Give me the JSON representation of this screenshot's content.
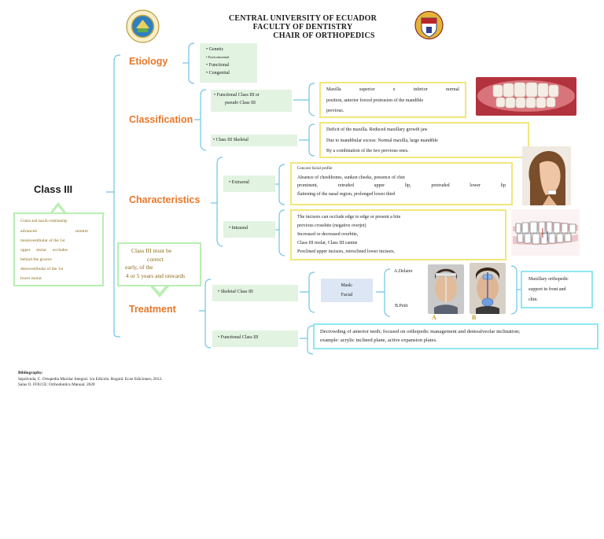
{
  "header": {
    "line1": "CENTRAL UNIVERSITY OF ECUADOR",
    "line2": "FACULTY OF DENTISTRY",
    "line3": "CHAIR OF ORTHOPEDICS"
  },
  "title": "Class III",
  "definition": {
    "l1a": "Cranio and maxilo relationship",
    "l2a": "advanced",
    "l2b": "summit",
    "l3": "mesiovestibular of the 1st",
    "l4a": "upper",
    "l4b": "molar",
    "l4c": "occludes",
    "l5": "behind the groove",
    "l6": "distovestibular of the 1st",
    "l7": "lower molar."
  },
  "early_note": {
    "l1": "Class III must be",
    "l2": "correct",
    "l3": "early, of the",
    "l4": "4 or 5 years and onwards"
  },
  "categories": {
    "etiology": "Etiology",
    "classification": "Classification",
    "characteristics": "Characteristics",
    "treatment": "Treatment"
  },
  "etiology_items": [
    "Genetic",
    "Environmental",
    "Functional",
    "Congenital"
  ],
  "classification": {
    "functional_l1": "Functional Class III or",
    "functional_l2": "pseudo Class III",
    "functional_desc_l1a": "Maxilla",
    "functional_desc_l1b": "superior",
    "functional_desc_l1c": "e",
    "functional_desc_l1d": "inferior",
    "functional_desc_l1e": "normal",
    "functional_desc_l2": "position, anterior forced protrusion of the mandible",
    "functional_desc_l3": "previous.",
    "skeletal": "• Class III Skeletal",
    "skeletal_desc_l1": "Deficit of the maxilla. Reduced maxillary growth jaw",
    "skeletal_desc_l2": "Due to mandibular excess: Normal maxilla, large mandible",
    "skeletal_desc_l3": "By a combination of the two previous ones."
  },
  "characteristics": {
    "extraoral": "Extraoral",
    "extraoral_desc_l1": "Concave facial profile",
    "extraoral_desc_l2": "Absence of cheekbones, sunken cheeks, presence of chin",
    "extraoral_desc_l3a": "prominent,",
    "extraoral_desc_l3b": "retruded",
    "extraoral_desc_l3c": "upper",
    "extraoral_desc_l3d": "lip,",
    "extraoral_desc_l3e": "protruded",
    "extraoral_desc_l3f": "lower",
    "extraoral_desc_l3g": "lip",
    "extraoral_desc_l4": "flattening of the nasal region, prolonged lower third",
    "intraoral": "Intraoral",
    "intraoral_desc_l1": "The incisors can occlude edge to edge or present a bite",
    "intraoral_desc_l2": "previous crossbite (negative overjet)",
    "intraoral_desc_l3": "Increased or decreased overbite,",
    "intraoral_desc_l4": "Class III molar, Class III canine",
    "intraoral_desc_l5": "Proclined upper incisors, retroclined lower incisors."
  },
  "treatment": {
    "skeletal": "Skeletal Class III",
    "mask": "Mask:",
    "facial": "Facial",
    "delaire": "A.Delaire",
    "petit": "B.Petit",
    "label_a": "A",
    "label_b": "B",
    "mask_desc_l1": "Maxillary orthopedic",
    "mask_desc_l2": "support in front and",
    "mask_desc_l3": "chin.",
    "functional": "Functional Class III",
    "functional_desc_l1": "Decrowding of anterior teeth; focused on orthopedic management and dentoalveolar inclination;",
    "functional_desc_l2": "example: acrylic inclined plane, active expansion plates."
  },
  "bibliography": {
    "title": "Bibliography:",
    "ref1": "Sepúlveda, C. Ortopedia Maxilar Integral. 1ra Edición. Bogotá: Ecoe Ediciones; 2012.",
    "ref2": "Salas O. FOUCE: Orthodontics Manual. 2020"
  },
  "colors": {
    "bracket": "#6fc3e6",
    "category": "#e8782a",
    "green_box": "#e2f3e2",
    "yellow_border": "#f2e67a",
    "cyan_border": "#8fe7f2",
    "olive_text": "#8a6a12"
  },
  "icons": [
    "university-seal-icon",
    "faculty-shield-icon",
    "teeth-photo",
    "child-profile-photo",
    "teeth-diagram",
    "delaire-mask-photo",
    "petit-mask-photo"
  ]
}
